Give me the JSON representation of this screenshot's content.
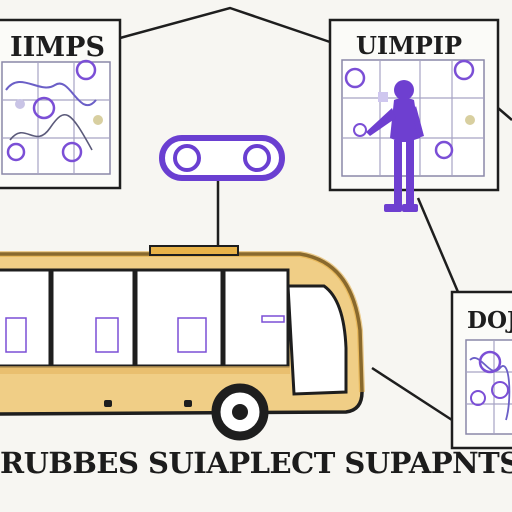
{
  "panels": {
    "maps": {
      "title": "IIMPS"
    },
    "people": {
      "title": "UIMPIP"
    },
    "docs": {
      "title": "DOJ"
    }
  },
  "caption": "RUBBES SUIAPLECT SUPAPNTS",
  "colors": {
    "background": "#f7f6f2",
    "line": "#1e1e1e",
    "accent": "#7b4fd6",
    "bus_body": "#f0ce86",
    "bus_trim": "#e2a83a"
  },
  "icons": [
    "map-grid-icon",
    "connector-pill-icon",
    "person-icon",
    "bus-icon",
    "wheel-icon"
  ]
}
